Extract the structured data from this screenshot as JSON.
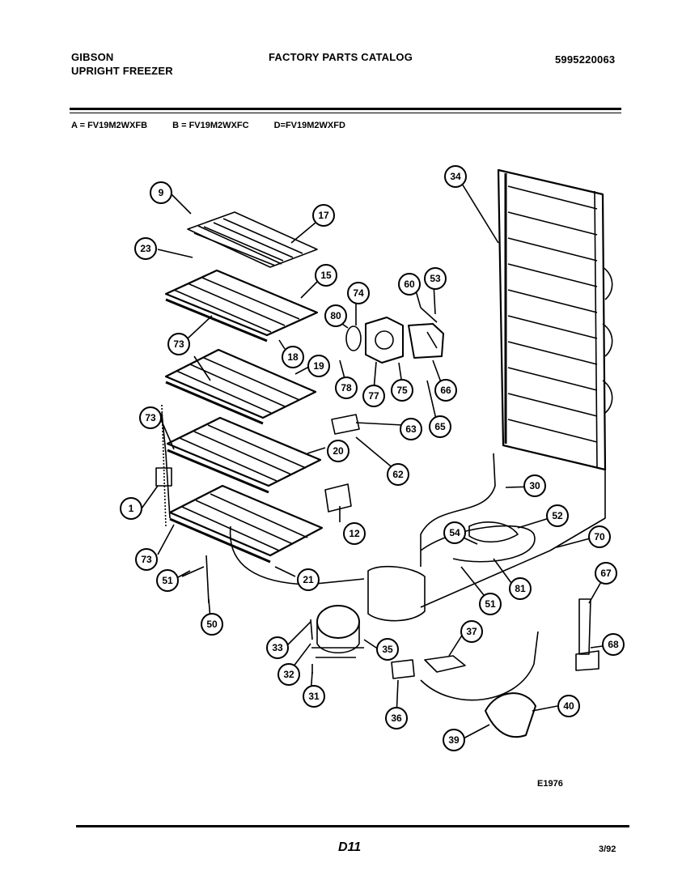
{
  "header": {
    "brand": "GIBSON",
    "product": "UPRIGHT FREEZER",
    "catalog_title": "FACTORY PARTS CATALOG",
    "catalog_number": "5995220063"
  },
  "models": [
    "A = FV19M2WXFB",
    "B = FV19M2WXFC",
    "D=FV19M2WXFD"
  ],
  "callouts": [
    {
      "label": "9"
    },
    {
      "label": "23"
    },
    {
      "label": "17"
    },
    {
      "label": "15"
    },
    {
      "label": "73"
    },
    {
      "label": "18"
    },
    {
      "label": "19"
    },
    {
      "label": "73"
    },
    {
      "label": "20"
    },
    {
      "label": "1"
    },
    {
      "label": "73"
    },
    {
      "label": "12"
    },
    {
      "label": "21"
    },
    {
      "label": "51"
    },
    {
      "label": "50"
    },
    {
      "label": "74"
    },
    {
      "label": "80"
    },
    {
      "label": "78"
    },
    {
      "label": "77"
    },
    {
      "label": "75"
    },
    {
      "label": "60"
    },
    {
      "label": "53"
    },
    {
      "label": "66"
    },
    {
      "label": "65"
    },
    {
      "label": "63"
    },
    {
      "label": "62"
    },
    {
      "label": "34"
    },
    {
      "label": "30"
    },
    {
      "label": "52"
    },
    {
      "label": "54"
    },
    {
      "label": "70"
    },
    {
      "label": "81"
    },
    {
      "label": "51"
    },
    {
      "label": "67"
    },
    {
      "label": "68"
    },
    {
      "label": "37"
    },
    {
      "label": "33"
    },
    {
      "label": "32"
    },
    {
      "label": "31"
    },
    {
      "label": "35"
    },
    {
      "label": "36"
    },
    {
      "label": "40"
    },
    {
      "label": "39"
    }
  ],
  "footer": {
    "figure_code": "E1976",
    "page": "D11",
    "date": "3/92"
  }
}
